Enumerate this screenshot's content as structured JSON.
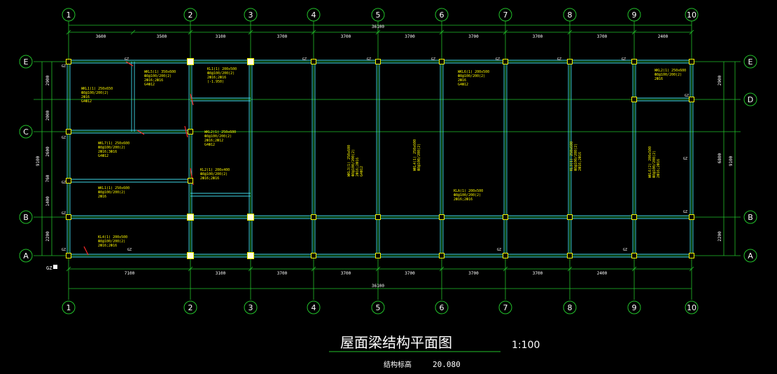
{
  "grid_x_labels": [
    "1",
    "2",
    "3",
    "4",
    "5",
    "6",
    "7",
    "8",
    "9",
    "10"
  ],
  "grid_y_labels": [
    "E",
    "D",
    "C",
    "B",
    "A"
  ],
  "top_dims": [
    "3600",
    "3500",
    "3100",
    "3700",
    "3700",
    "3700",
    "3700",
    "3700",
    "3700",
    "2400"
  ],
  "bottom_dims": [
    "7100",
    "3100",
    "3700",
    "3700",
    "3700",
    "3700",
    "3700",
    "2400"
  ],
  "overall_dim": "36100",
  "left_dims": [
    "2900",
    "2000",
    "2600",
    "760",
    "1400",
    "2200"
  ],
  "left_total": "9100",
  "right_dims": [
    "2900",
    "6800",
    "2200"
  ],
  "right_total": "9100",
  "column_tag": "GZ",
  "legend_label": "GZ",
  "beam_annotations": [
    "WKL5(1) 350x600\nФ8@100/200(2)\n2Ф16;2Ф16\nG4Ф12",
    "WKL1(1) 250x650\nФ8@100/200(2)\n2Ф16\nG4Ф12",
    "KL1(1) 200x500\nФ8@100/200(2)\n2Ф16;2Ф16\n(-1.950)",
    "WKL7(1) 250x600\nФ8@100/200(2)\n2Ф16;3Ф16\nG4Ф12",
    "WKL6(1) 200x500\nФ8@100/200(2)\n2Ф16\nG4Ф12",
    "WKL1(1) 250x600\nФ8@100/200(2)\n2Ф16",
    "WKL2(1) 250x600\nФ8@100/200(2)\n2Ф16;2Ф12\nG4Ф12",
    "KL2(1) 200x400\nФ8@100/200(2)\n2Ф16;2Ф16",
    "KLA(1) 200x500\nФ8@100/200(2)\n2Ф16;2Ф16",
    "WKL2(1) 250x600\nФ8@100/200(2)\n2Ф16",
    "WKL6(2) 200x500\nФ8@100/200(2)\n2Ф16;2Ф16",
    "WKL3(1) 250x600\nФ8@100/200(2)\n2Ф16;2Ф16\nG4Ф12",
    "WKL4(1) 250x600\nФ8@100/200(2)",
    "KL3(1) 250x600\nФ8@100/200(2)\n2Ф16;2Ф16",
    "KL4(1) 200x500\nФ8@100/200(2)\n2Ф16;2Ф16"
  ],
  "drawing_title": "屋面梁结构平面图",
  "scale": "1:100",
  "elevation_label": "结构标高",
  "elevation_value": "20.080"
}
